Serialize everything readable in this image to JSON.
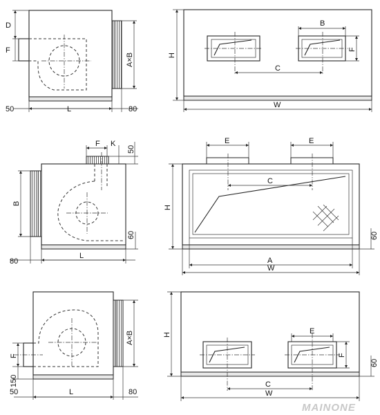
{
  "labels": {
    "D": "D",
    "F": "F",
    "AxB": "A×B",
    "H": "H",
    "B": "B",
    "C": "C",
    "L": "L",
    "W": "W",
    "E": "E",
    "K": "K",
    "A": "A",
    "n50": "50",
    "n80": "80",
    "n60": "60",
    "n150": "150"
  },
  "watermark": "MAINONE"
}
